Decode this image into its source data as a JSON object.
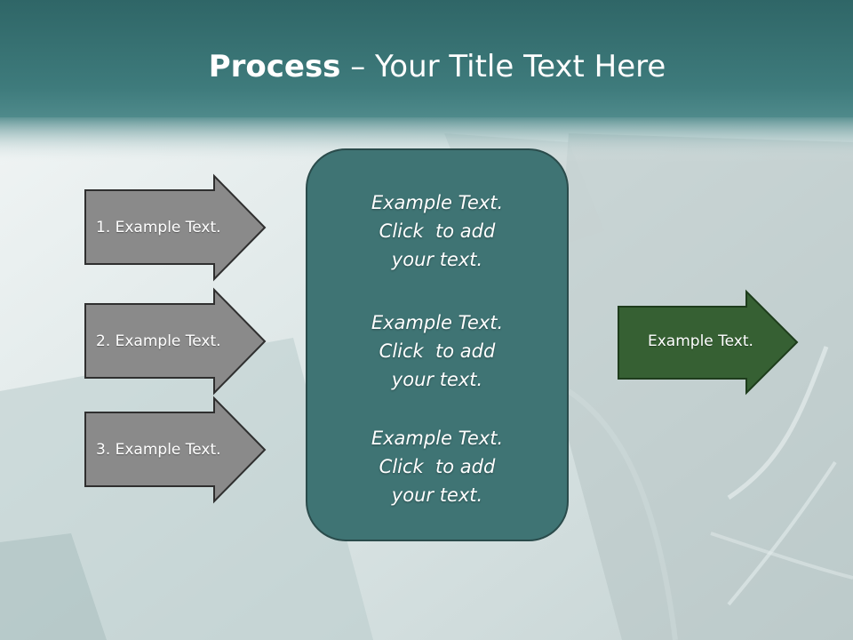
{
  "title": {
    "bold": "Process",
    "rest": " – Your Title Text Here"
  },
  "inputs": [
    {
      "label": "1. Example Text."
    },
    {
      "label": "2. Example Text."
    },
    {
      "label": "3. Example Text."
    }
  ],
  "center_box": {
    "blocks": [
      {
        "lines": [
          "Example Text.",
          "Click  to add",
          "your text."
        ]
      },
      {
        "lines": [
          "Example Text.",
          "Click  to add",
          "your text."
        ]
      },
      {
        "lines": [
          "Example Text.",
          "Click  to add",
          "your text."
        ]
      }
    ]
  },
  "output": {
    "label": "Example Text."
  },
  "colors": {
    "header": "#3d7677",
    "box_fill": "#3f7474",
    "box_stroke": "#2a4b4b",
    "input_arrow": "#8a8a8a",
    "output_arrow": "#366033"
  }
}
